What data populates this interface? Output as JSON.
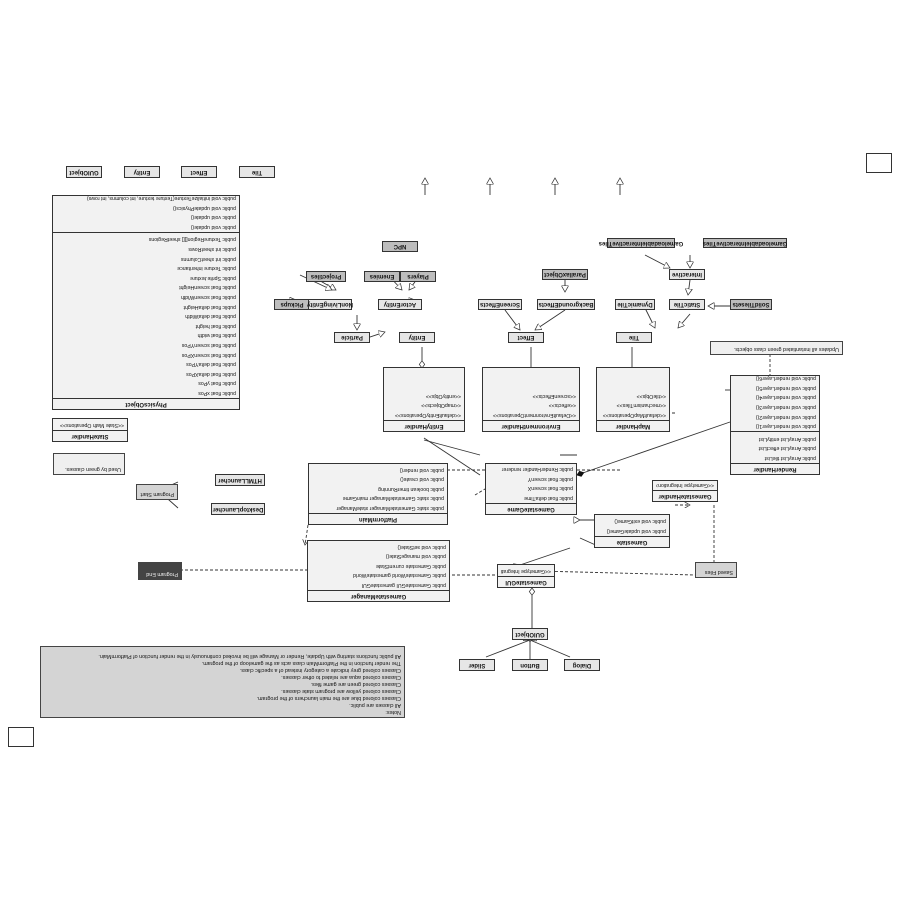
{
  "physics": {
    "title": "PhysicsObject",
    "fields": [
      "public float xPos",
      "public float yPos",
      "public float deltaXPos",
      "public float deltaYPos",
      "public float screenXPos",
      "public float screenYPos",
      "public float width",
      "public float height",
      "public float deltaWidth",
      "public float deltaHeight",
      "public float screenWidth",
      "public float screenHeight",
      "public Sprite.texture",
      "public Texture inheritance",
      "public int sheetColumns",
      "public int sheetRows",
      "public TextureRegion[][] sheetRegions"
    ],
    "methods": [
      "public void update()",
      "public void update()",
      "public void updatePhysics()",
      "public void initializeTexture(Texture texture, int columns, int rows)"
    ]
  },
  "parents": [
    "GUIObject",
    "Entity",
    "Effect",
    "Tile"
  ],
  "entity_group": {
    "npc": "NPC",
    "projectiles": "Projectiles",
    "enemies": "Enemies",
    "players": "Players",
    "pickups": "Pickups",
    "nonliving": "NonLivingEntity",
    "actor": "ActorEntity",
    "particle": "Particle",
    "entity": "Entity"
  },
  "effect_group": {
    "parallax": "ParallaxObject",
    "screen": "ScreenEffects",
    "background": "BackgroundEffects",
    "effect": "Effect"
  },
  "tile_group": {
    "interactive1": "GameloadableInteractiveTiles",
    "interactive2": "GameloadableInteractiveTiles",
    "interactive": "Interactive",
    "solid": "SolidTilesets",
    "dynamic": "DynamicTile",
    "static": "StaticTile",
    "tile": "Tile"
  },
  "handlers": [
    {
      "title": "EntityHandler",
      "lines": [
        "<<defaultEntityOperations>>",
        "<<mapObjects>>",
        "<<entityObjs>>"
      ]
    },
    {
      "title": "EnvironmentHandler",
      "lines": [
        "<<DefaultEnvironmentOperations>>",
        "<<effects>>",
        "<<screenEffects>>"
      ]
    },
    {
      "title": "MapHandler",
      "lines": [
        "<<defaultMapOperations>>",
        "<<mechanismTiles>>",
        "<<tileObjs>>"
      ]
    }
  ],
  "render": {
    "title": "RenderHandler",
    "fields": [
      "public ArrayList tileList",
      "public ArrayList effectList",
      "public ArrayList entityList"
    ],
    "methods": [
      "public void renderLayer1()",
      "public void renderLayer2()",
      "public void renderLayer3()",
      "public void renderLayer4()",
      "public void renderLayer5()",
      "public void renderLayer6()"
    ]
  },
  "render_note": "Updates all instantiated green class objects.",
  "state_man": {
    "title": "StateHandler",
    "note_stereo": "<<State Math Operations>>",
    "used_note": "Used by green classes."
  },
  "gamestate_game": {
    "title": "GamestateGame",
    "lines": [
      "public float deltaTime",
      "public float screenX",
      "public float screenY",
      "public RenderHandler renderer"
    ]
  },
  "gamestate_handler": {
    "title": "GamestateHandler",
    "stereo": "<<Gametype Integration>>"
  },
  "platform": {
    "title": "PlatformMain",
    "lines": [
      "public static GamestateManager stateManager",
      "public static GamestateManager mainGame",
      "public boolean timerRunning",
      "public void create()",
      "public void render()"
    ]
  },
  "launchers": {
    "html": "HTMLLauncher",
    "desktop": "DesktopLauncher"
  },
  "program_start": "Program Start",
  "program_end": "Program End",
  "gsm": {
    "title": "GamestateManager",
    "lines": [
      "public GamestateGUI gamestateGUI",
      "public GamestateWorld gamestateWorld",
      "public Gamestate currentState",
      "public void manageState()",
      "public void setState()"
    ]
  },
  "gamestate": {
    "title": "Gamestate",
    "lines": [
      "public void updateGame()",
      "public void exitGame()"
    ]
  },
  "gui": {
    "title": "GamestateGUI",
    "stereo": "<<Gametype Integration>>"
  },
  "saved_files": "Saved Files",
  "guiobject": "GUIObject",
  "widgets": [
    "Slider",
    "Button",
    "Dialog"
  ],
  "notes": {
    "title": "Notes:",
    "lines": [
      "All classes are public.",
      "Classes colored blue are the main launchers of the program.",
      "Classes colored yellow are program state classes.",
      "Classes colored green are game files.",
      "Classes colored aqua are related to other classes.",
      "Classes colored grey indicate a category instead of a specific class.",
      "The render function in the PlatformMain class acts as the gameloop of the program.",
      "All public functions starting with Update, Render or Manage will be invoked continuously in the render function of PlatformMain."
    ]
  }
}
